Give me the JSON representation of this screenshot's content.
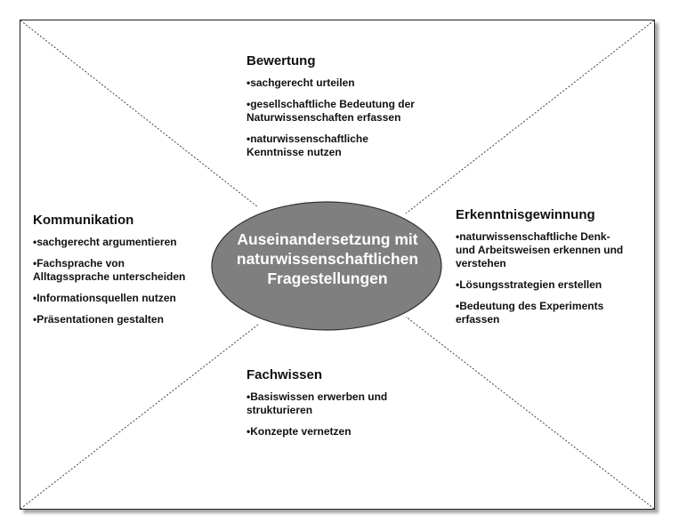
{
  "center": {
    "line1": "Auseinandersetzung mit",
    "line2": "naturwissenschaftlichen",
    "line3": "Fragestellungen"
  },
  "sections": {
    "bewertung": {
      "title": "Bewertung",
      "items": [
        "•sachgerecht urteilen",
        "•gesellschaftliche Bedeutung der\nNaturwissenschaften erfassen",
        "•naturwissenschaftliche\nKenntnisse nutzen"
      ]
    },
    "kommunikation": {
      "title": "Kommunikation",
      "items": [
        "•sachgerecht argumentieren",
        "•Fachsprache von\nAlltagssprache unterscheiden",
        "•Informationsquellen nutzen",
        "•Präsentationen gestalten"
      ]
    },
    "erkenntnisgewinnung": {
      "title": "Erkenntnisgewinnung",
      "items": [
        "•naturwissenschaftliche Denk-\nund Arbeitsweisen erkennen und\nverstehen",
        "•Lösungsstrategien erstellen",
        "•Bedeutung des Experiments\nerfassen"
      ]
    },
    "fachwissen": {
      "title": "Fachwissen",
      "items": [
        "•Basiswissen erwerben und\nstrukturieren",
        "•Konzepte vernetzen"
      ]
    }
  },
  "colors": {
    "ellipse_fill": "#7f7f7f",
    "ellipse_stroke": "#333333",
    "text": "#111111",
    "center_text": "#ffffff"
  }
}
